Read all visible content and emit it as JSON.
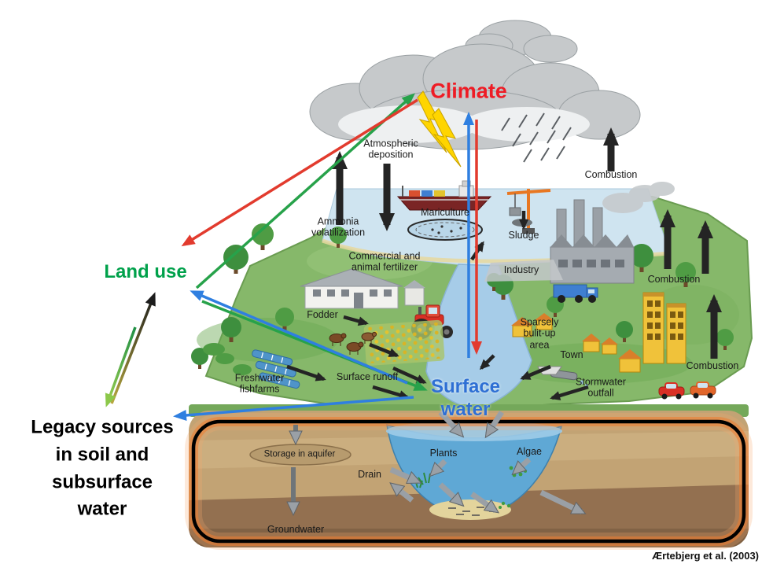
{
  "headings": {
    "climate": "Climate",
    "land_use": "Land use",
    "surface_water": "Surface\nwater",
    "legacy_sources": "Legacy sources\nin soil and\nsubsurface\nwater"
  },
  "labels": {
    "atmospheric_deposition": "Atmospheric\ndeposition",
    "ammonia_volatilization": "Ammonia\nvolatilization",
    "mariculture": "Mariculture",
    "sludge": "Sludge",
    "commercial_animal_fertilizer": "Commercial and\nanimal fertilizer",
    "industry": "Industry",
    "combustion": "Combustion",
    "fodder": "Fodder",
    "sparsely_built_up_area": "Sparsely\nbulit-up\narea",
    "town": "Town",
    "freshwater_fishfarms": "Freshwater\nfishfarms",
    "surface_runoff": "Surface runoff",
    "stormwater_outfall": "Stormwater\noutfall",
    "storage_in_aquifer": "Storage in aquifer",
    "drain": "Drain",
    "plants": "Plants",
    "algae": "Algae",
    "groundwater": "Groundwater"
  },
  "citation": "Ærtebjerg et al. (2003)",
  "colors": {
    "climate_red": "#ee1c25",
    "land_use_green": "#00a14b",
    "surface_water_blue": "#2e6fd4",
    "legacy_black": "#000000",
    "highlight_box_orange": "#ef7b30"
  }
}
